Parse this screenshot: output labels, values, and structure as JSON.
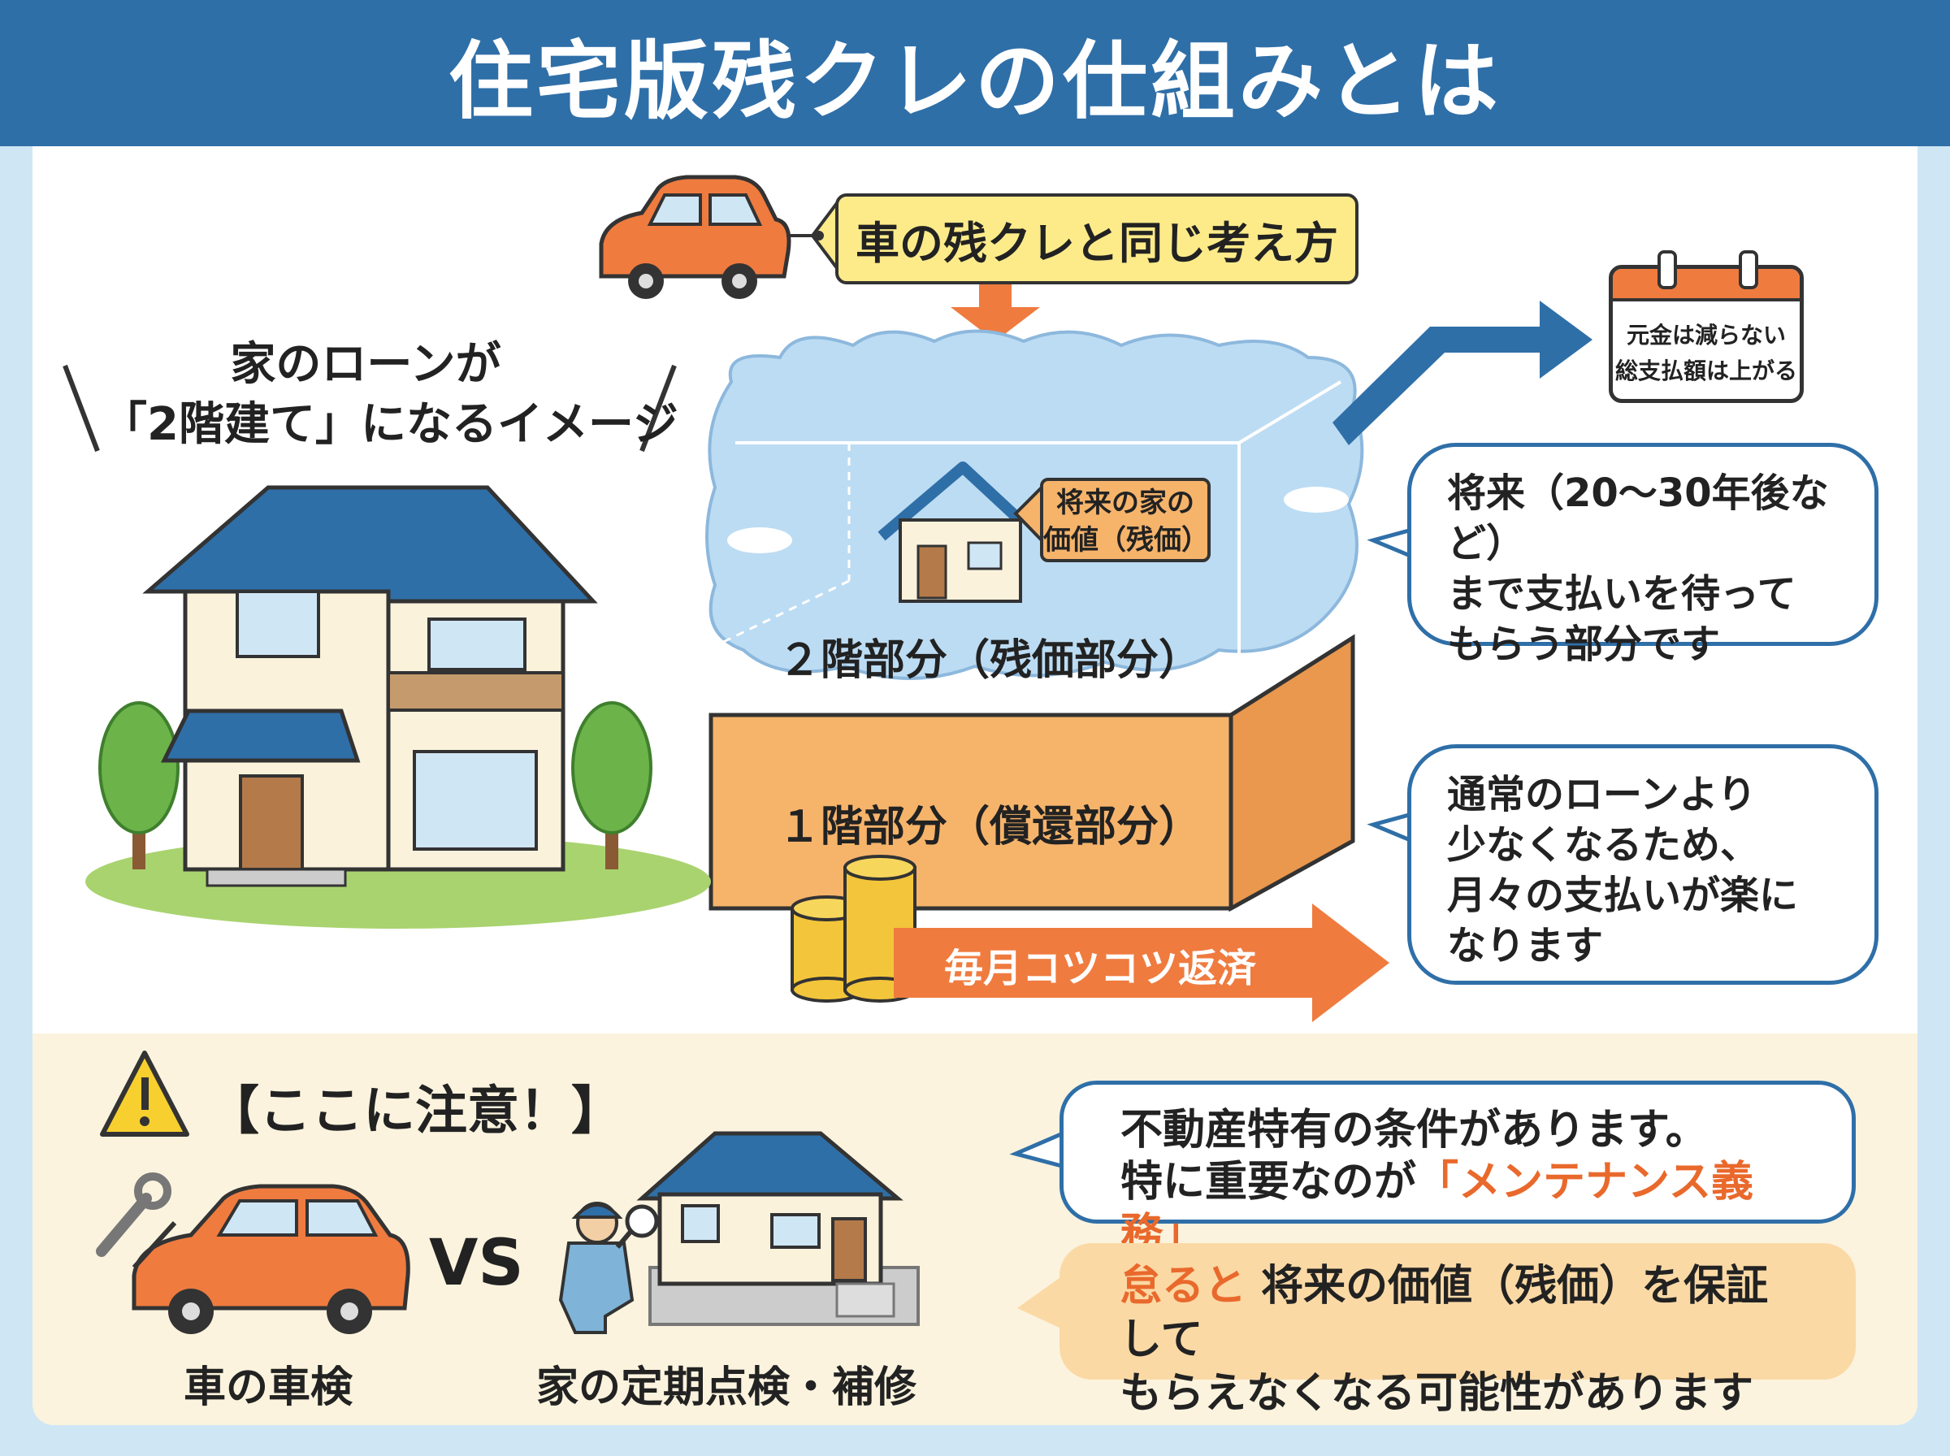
{
  "title": "住宅版残クレの仕組みとは",
  "car_tag": "車の残クレと同じ考え方",
  "house_caption": {
    "line1": "家のローンが",
    "line2": "「2階建て」になるイメージ"
  },
  "future_tag": {
    "line1": "将来の家の",
    "line2": "価値（残価）"
  },
  "floor2_label": "２階部分（残価部分）",
  "floor1_label": "１階部分（償還部分）",
  "repay_arrow_label": "毎月コツコツ返済",
  "calendar": {
    "line1": "元金は減らない",
    "line2": "総支払額は上がる"
  },
  "bubble_future": "将来（20～30年後など）\nまで支払いを待って\nもらう部分です",
  "bubble_monthly": "通常のローンより\n少なくなるため、\n月々の支払いが楽に\nなります",
  "warning": {
    "title": "【ここに注意！】",
    "car_label": "車の車検",
    "vs": "VS",
    "house_label": "家の定期点検・補修",
    "bubble_line1": "不動産特有の条件があります。",
    "bubble_line2_prefix": "特に重要なのが",
    "bubble_line2_highlight": "「メンテナンス義務」",
    "note_highlight": "怠ると",
    "note_line1": "将来の価値（残価）を保証して",
    "note_line2": "もらえなくなる可能性があります"
  },
  "colors": {
    "header": "#2f6fa8",
    "accent_orange": "#ef7b3f",
    "box_orange": "#f6b46b",
    "tag_yellow": "#fdeb8a",
    "cloud_blue": "#bcdcf3"
  }
}
